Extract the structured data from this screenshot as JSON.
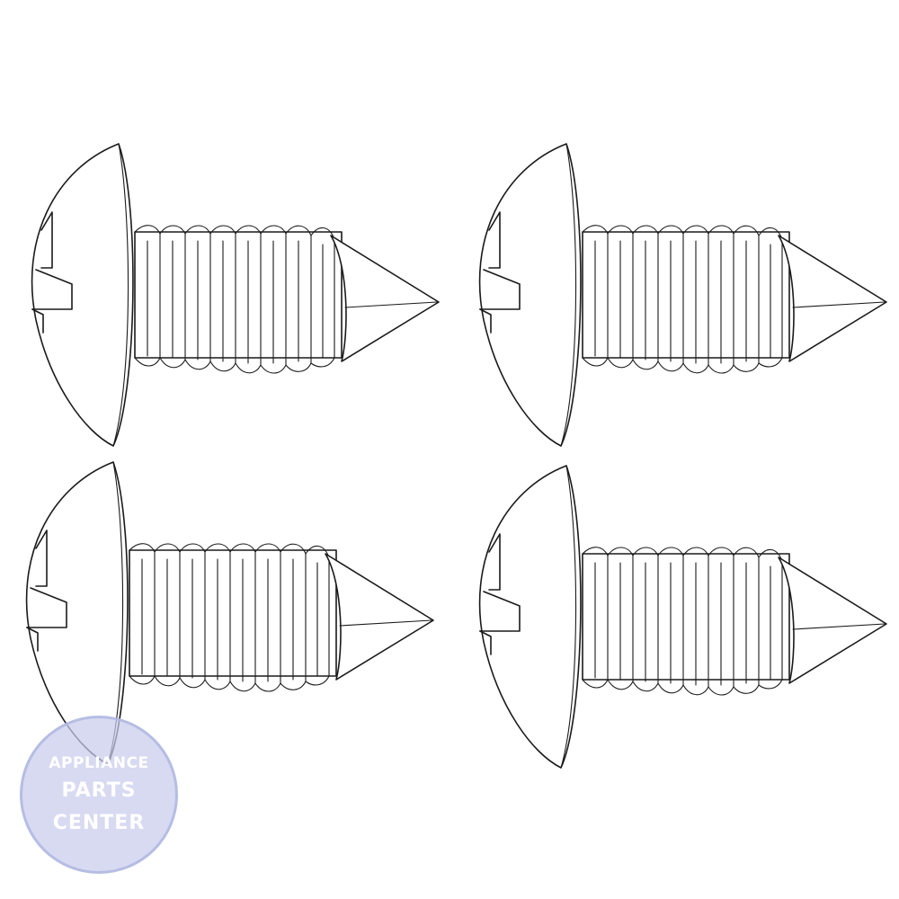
{
  "watermark": {
    "line1": "APPLIANCE",
    "line2": "PARTS",
    "line3": "CENTER",
    "fill_color": "#c8ccec"
  },
  "illustration": {
    "subject": "screw",
    "count": 4,
    "stroke_color": "#1a1a1a"
  }
}
